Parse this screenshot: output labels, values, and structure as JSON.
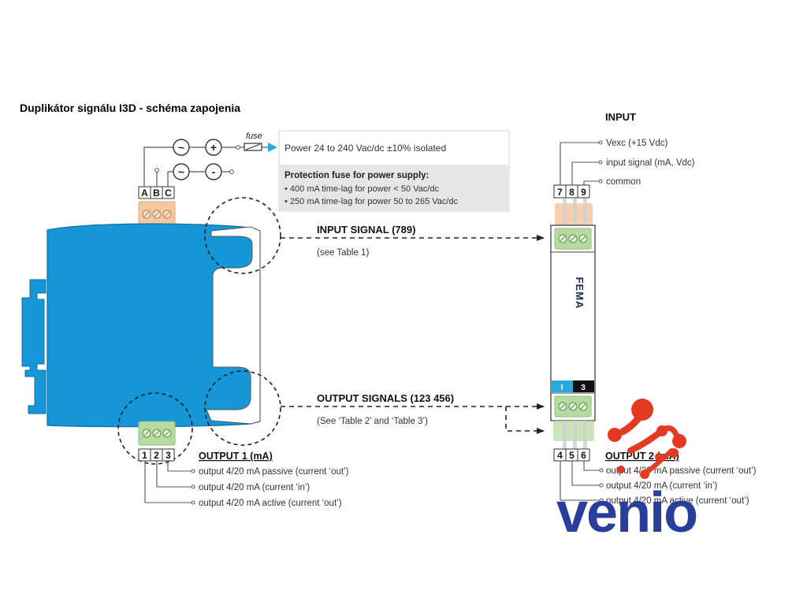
{
  "title": "Duplikátor signálu I3D - schéma zapojenia",
  "power": {
    "fuse_label": "fuse",
    "symbols": {
      "ac": "~",
      "plus": "+",
      "minus": "-"
    },
    "terminals": [
      "A",
      "B",
      "C"
    ],
    "supply_text": "Power 24 to 240 Vac/dc ±10% isolated",
    "protection_title": "Protection fuse for power supply:",
    "protection_lines": [
      "• 400 mA time-lag for power < 50 Vac/dc",
      "• 250 mA time-lag for power 50 to 265 Vac/dc"
    ]
  },
  "input_signal": {
    "label": "INPUT SIGNAL (789)",
    "note": "(see Table 1)"
  },
  "output_signals": {
    "label": "OUTPUT SIGNALS  (123 456)",
    "note": "(See ‘Table 2’ and ‘Table 3’)"
  },
  "output1": {
    "terminals": [
      "1",
      "2",
      "3"
    ],
    "title": "OUTPUT 1 (mA)",
    "lines": [
      "output 4/20 mA passive (current ‘out’)",
      "output 4/20 mA (current ‘in’)",
      "output 4/20 mA active (current ‘out’)"
    ]
  },
  "input": {
    "title": "INPUT",
    "terminals": [
      "7",
      "8",
      "9"
    ],
    "lines": [
      "Vexc (+15 Vdc)",
      "input signal (mA, Vdc)",
      "common"
    ]
  },
  "module": {
    "brand": "FEMA",
    "left_tag": "I",
    "right_tag": "3"
  },
  "output2": {
    "terminals": [
      "4",
      "5",
      "6"
    ],
    "title": "OUTPUT 2 (mA)",
    "lines": [
      "output 4/20 mA passive (current ‘out’)",
      "output 4/20 mA (current ‘in’)",
      "output 4/20 mA active (current ‘out’)"
    ]
  },
  "logo": {
    "text": "venio"
  },
  "colors": {
    "device_blue": "#1496d7",
    "terminal_orange": "#f5c8a0",
    "terminal_green": "#b5dba1",
    "arrow_blue": "#29a9e0",
    "logo_blue": "#283e9a",
    "logo_red": "#e43a21"
  }
}
